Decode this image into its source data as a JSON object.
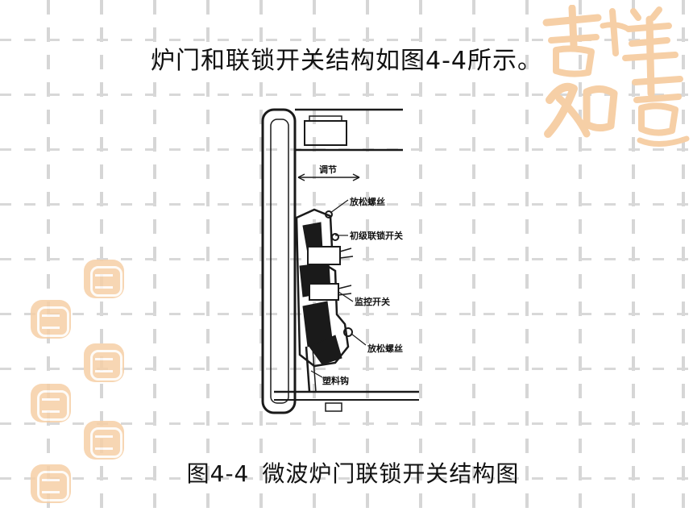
{
  "slide": {
    "title": "炉门和联锁开关结构如图4-4所示。",
    "caption_number": "图4-4",
    "caption_text": "微波炉门联锁开关结构图"
  },
  "diagram": {
    "labels": {
      "adjust": "调节",
      "loosen_screw_top": "放松螺丝",
      "primary_switch": "初级联锁开关",
      "monitor_switch": "监控开关",
      "loosen_screw_bottom": "放松螺丝",
      "plastic_hook": "塑料钩"
    }
  },
  "decor": {
    "seal_color": "#f6cfa6",
    "seal_text": "吉祥如意"
  }
}
